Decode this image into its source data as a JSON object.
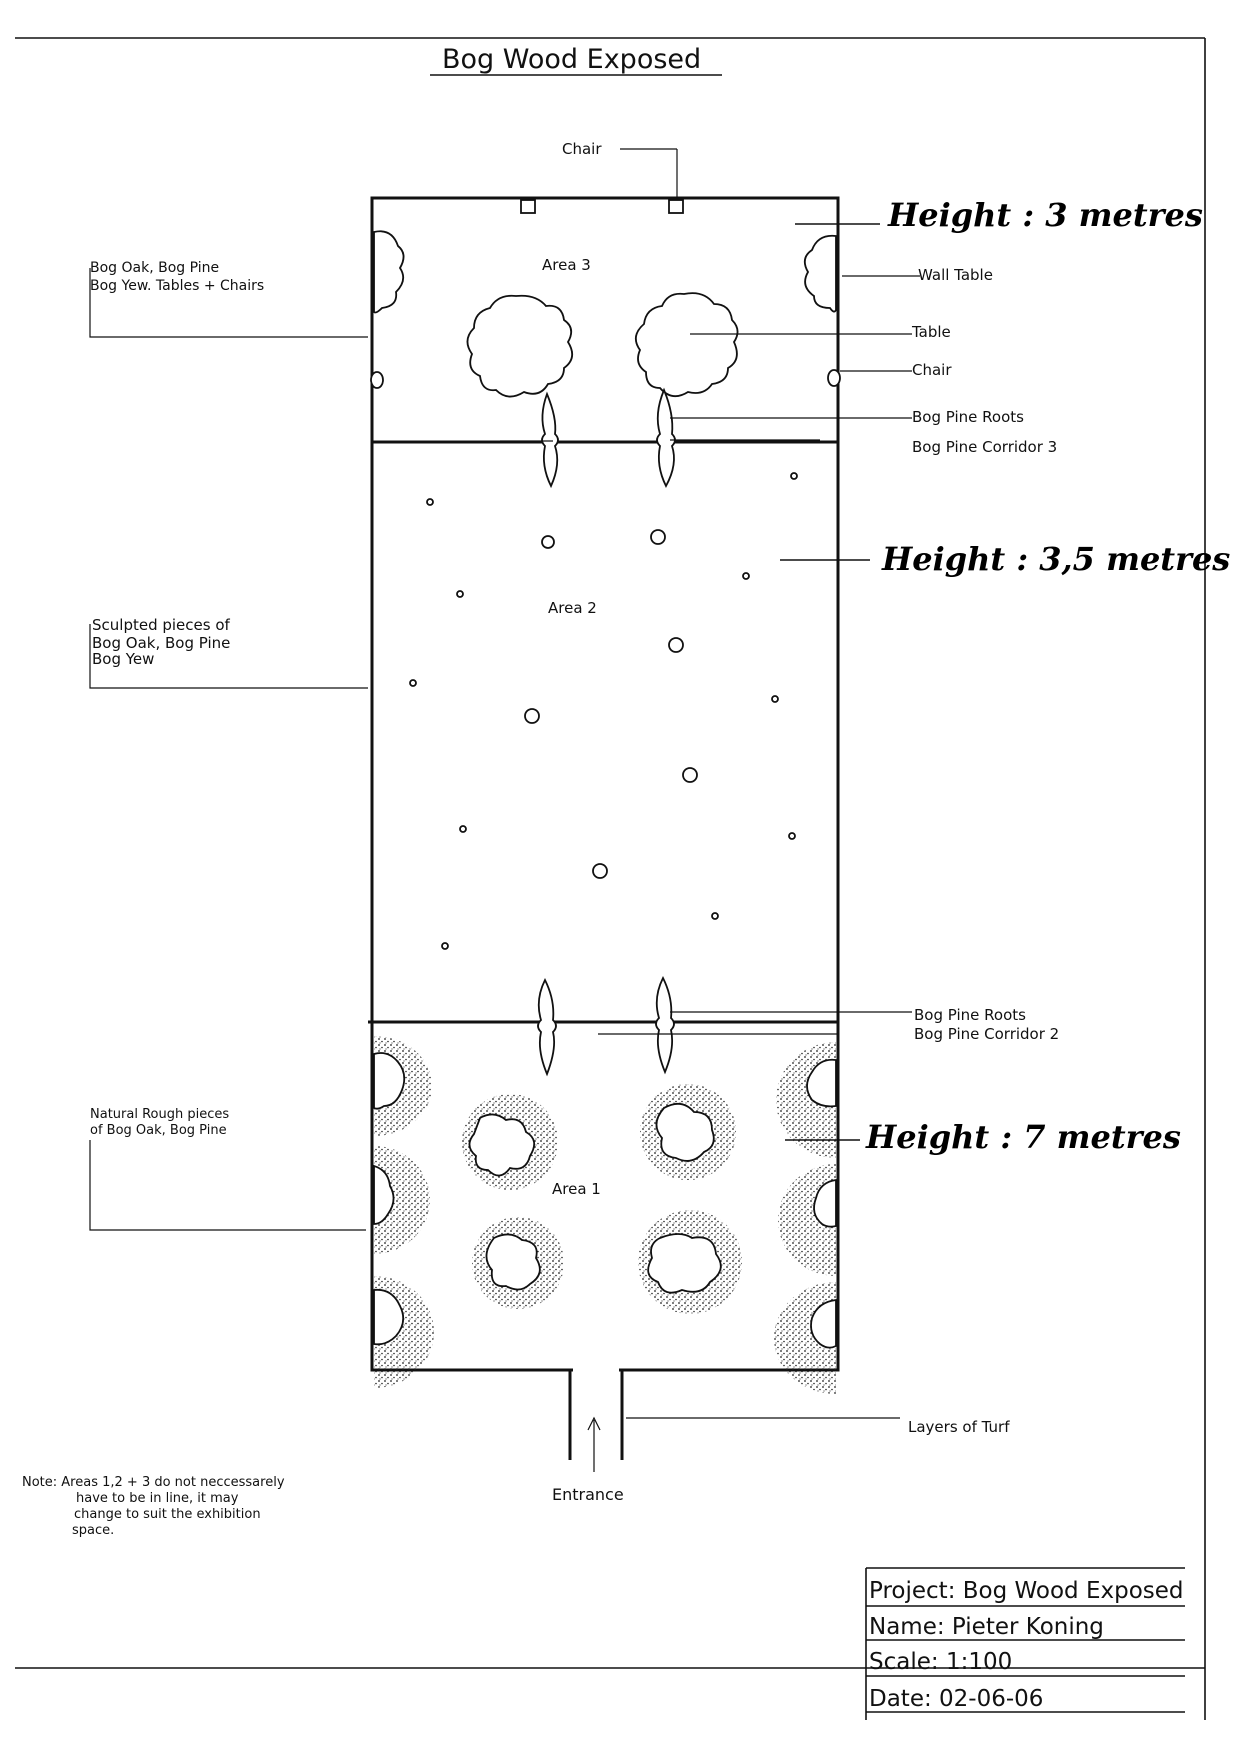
{
  "title": "Bog Wood Exposed",
  "labels": {
    "chair_top": "Chair",
    "area3": "Area 3",
    "area2": "Area 2",
    "area1": "Area 1",
    "wall_table": "Wall Table",
    "table": "Table",
    "chair_side": "Chair",
    "roots_upper": "Bog Pine Roots",
    "corridor3": "Bog Pine Corridor 3",
    "roots_lower": "Bog Pine Roots",
    "corridor2": "Bog Pine Corridor 2",
    "turf": "Layers of Turf",
    "entrance": "Entrance"
  },
  "heights": {
    "area3": "Height : 3 metres",
    "area2": "Height : 3,5 metres",
    "area1": "Height : 7 metres"
  },
  "left_notes": {
    "area3": [
      "Bog Oak, Bog Pine",
      "Bog Yew. Tables + Chairs"
    ],
    "area2": [
      "Sculpted pieces of",
      "Bog Oak, Bog Pine",
      "Bog Yew"
    ],
    "area1": [
      "Natural Rough pieces",
      "of Bog Oak, Bog Pine"
    ]
  },
  "note": [
    "Note: Areas 1,2 + 3 do not neccessarely",
    "have to be in line, it may",
    "change to suit the exhibition",
    "space."
  ],
  "title_block": {
    "project": "Project: Bog Wood Exposed",
    "name": "Name: Pieter Koning",
    "scale": "Scale: 1:100",
    "date": "Date: 02-06-06"
  }
}
